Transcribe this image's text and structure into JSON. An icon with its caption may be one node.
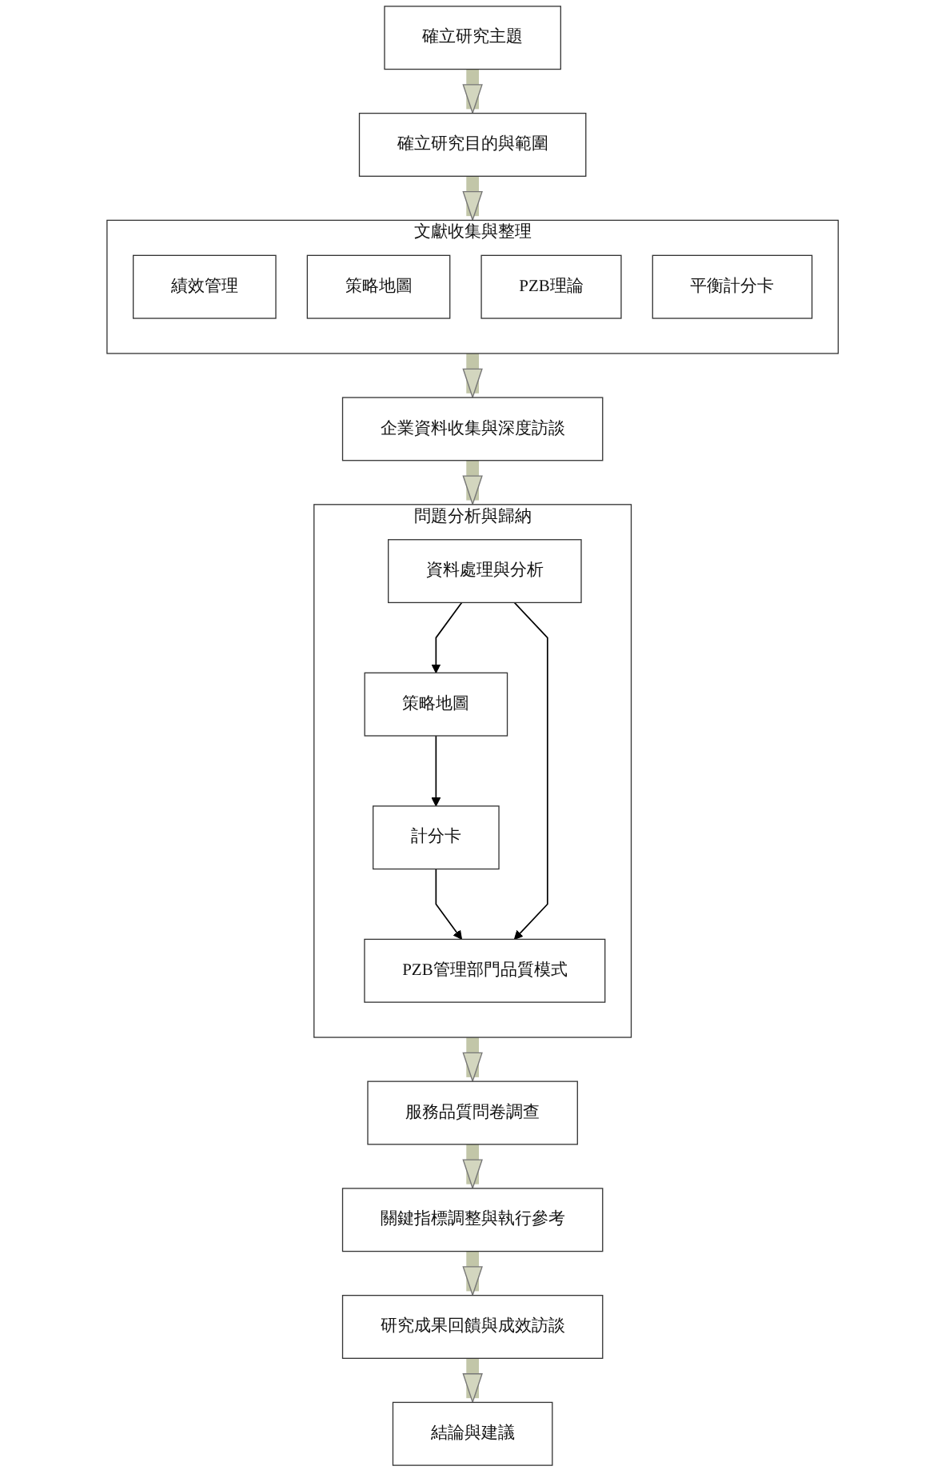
{
  "diagram": {
    "nodes": [
      {
        "text": [
          "確立研究主題"
        ]
      },
      {
        "text": [
          "確立研究目的與範圍"
        ]
      },
      {
        "text": [
          "文獻收集與整理"
        ]
      },
      {
        "text": [
          "績效管理"
        ],
        "in": 2
      },
      {
        "text": [
          "策略地圖"
        ],
        "in": 2
      },
      {
        "text": [
          "PZB理論"
        ],
        "in": 2
      },
      {
        "text": [
          "平衡計分卡"
        ],
        "in": 2
      },
      {
        "text": [
          "企業資料收集與深度訪談"
        ]
      },
      {
        "text": [
          "問題分析與歸納"
        ]
      },
      {
        "text": [
          "資料處理與分析"
        ],
        "in": 8
      },
      {
        "text": [
          "策略地圖"
        ],
        "in": 8
      },
      {
        "text": [
          "計分卡"
        ],
        "in": 8
      },
      {
        "text": [
          "PZB管理部門品質模式"
        ],
        "in": 8
      },
      {
        "text": [
          "服務品質問卷調查"
        ]
      },
      {
        "text": [
          "關鍵指標調整與執行參考"
        ]
      },
      {
        "text": [
          "研究成果回饋與成效訪談"
        ]
      },
      {
        "text": [
          "結論與建議"
        ]
      }
    ],
    "edges": [
      {
        "from": 0,
        "to": 1,
        "arrow": "to"
      },
      {
        "from": 1,
        "to": 2,
        "arrow": "to"
      },
      {
        "from": 2,
        "to": 7,
        "arrow": "to"
      },
      {
        "from": 7,
        "to": 8,
        "arrow": "to"
      },
      {
        "from": 9,
        "to": 10,
        "arrow": "to",
        "color": "#000000"
      },
      {
        "from": 10,
        "to": 11,
        "arrow": "to",
        "color": "#000000"
      },
      {
        "from": 11,
        "to": 12,
        "arrow": "to",
        "color": "#000000"
      },
      {
        "from": 9,
        "to": 12,
        "arrow": "to",
        "color": "#000000"
      },
      {
        "from": 8,
        "to": 13,
        "arrow": "to"
      },
      {
        "from": 13,
        "to": 14,
        "arrow": "to"
      },
      {
        "from": 14,
        "to": 15,
        "arrow": "to"
      },
      {
        "from": 15,
        "to": 16,
        "arrow": "to"
      }
    ]
  }
}
